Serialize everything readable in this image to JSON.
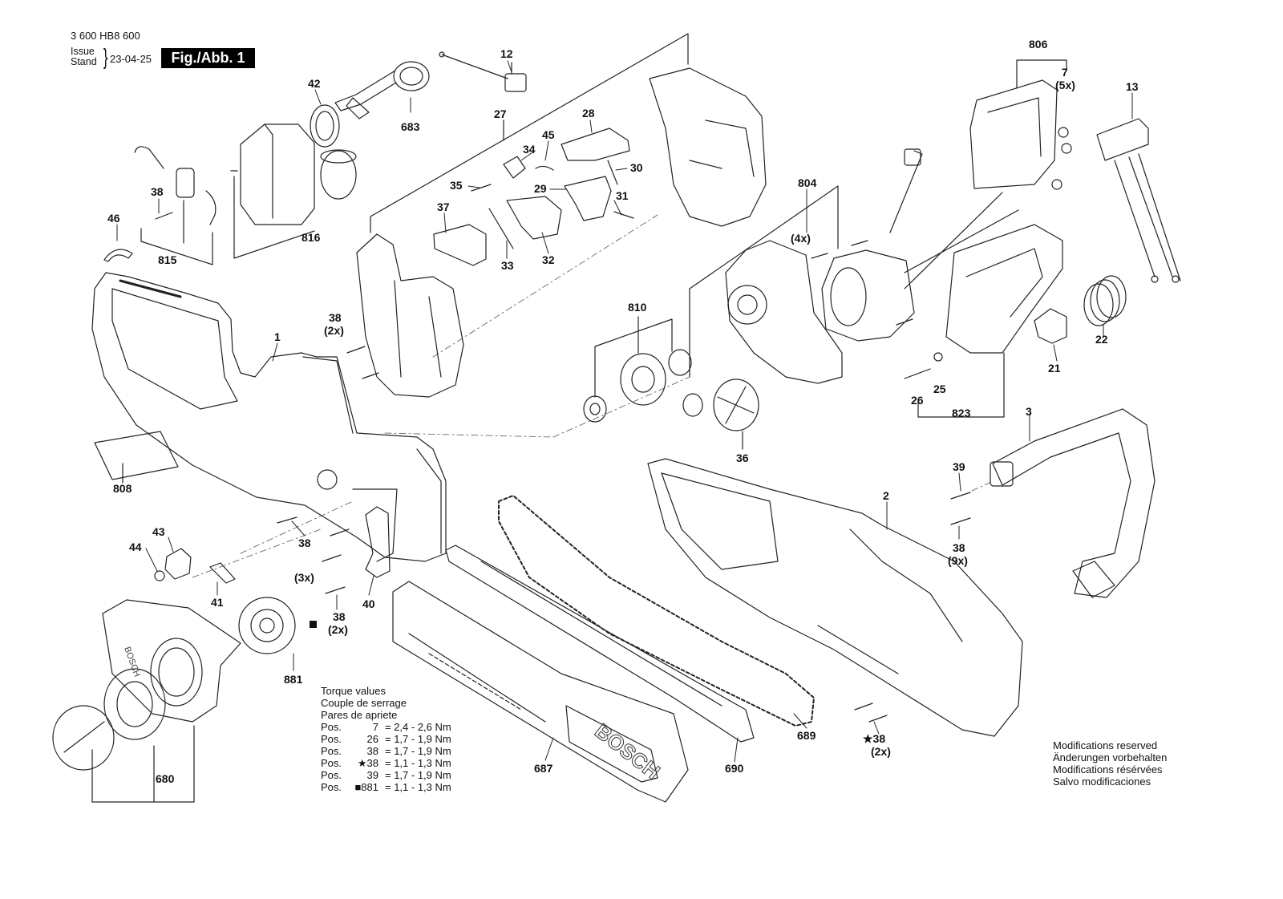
{
  "header": {
    "doc_number": "3 600 HB8 600",
    "issue_label": "Issue",
    "stand_label": "Stand",
    "issue_date": "23-04-25",
    "figure_tag": "Fig./Abb. 1"
  },
  "callouts": {
    "c12": "12",
    "c683": "683",
    "c42": "42",
    "c27": "27",
    "c28": "28",
    "c806": "806",
    "c7": "7",
    "c7q": "(5x)",
    "c13": "13",
    "c45": "45",
    "c34": "34",
    "c30": "30",
    "c35": "35",
    "c29": "29",
    "c31": "31",
    "c804": "804",
    "c4x": "(4x)",
    "c38a": "38",
    "c46": "46",
    "c815": "815",
    "c816": "816",
    "c37": "37",
    "c33": "33",
    "c32": "32",
    "c38b": "38",
    "c38b_q": "(2x)",
    "c1": "1",
    "c810": "810",
    "c22": "22",
    "c21": "21",
    "c26": "26",
    "c25": "25",
    "c823": "823",
    "c36": "36",
    "c3": "3",
    "c808": "808",
    "c39": "39",
    "c2": "2",
    "c38c": "38",
    "c38c_q": "(9x)",
    "c43": "43",
    "c44": "44",
    "c38d": "38",
    "c38d_q": "(3x)",
    "c41": "41",
    "c40": "40",
    "c38e": "38",
    "c38e_q": "(2x)",
    "c881": "881",
    "c689": "689",
    "c38f": "★38",
    "c38f_q": "(2x)",
    "c687": "687",
    "c690": "690",
    "c680": "680",
    "bar_brand": "BOSCH",
    "cover_brand": "BOSCH"
  },
  "torque": {
    "title_en": "Torque values",
    "title_fr": "Couple de serrage",
    "title_es": "Pares de apriete",
    "rows": [
      {
        "pos": "Pos.",
        "no": "7",
        "value": "= 2,4 - 2,6 Nm"
      },
      {
        "pos": "Pos.",
        "no": "26",
        "value": "= 1,7 - 1,9 Nm"
      },
      {
        "pos": "Pos.",
        "no": "38",
        "value": "= 1,7 - 1,9 Nm"
      },
      {
        "pos": "Pos.",
        "no": "★38",
        "value": "= 1,1 - 1,3 Nm"
      },
      {
        "pos": "Pos.",
        "no": "39",
        "value": "= 1,7 - 1,9 Nm"
      },
      {
        "pos": "Pos.",
        "no": "■881",
        "value": "= 1,1 - 1,3 Nm"
      }
    ]
  },
  "modifications": {
    "en": "Modifications reserved",
    "de": "Änderungen vorbehalten",
    "fr": "Modifications résérvées",
    "es": "Salvo modificaciones"
  }
}
